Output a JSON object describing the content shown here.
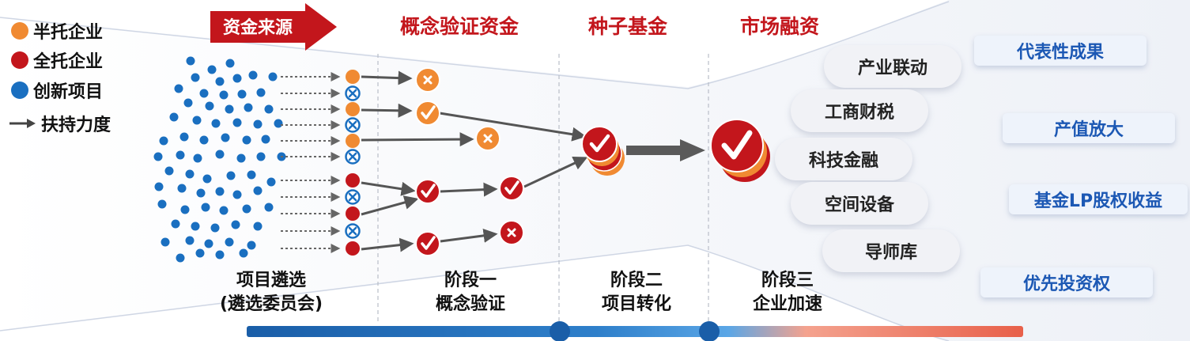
{
  "legend": [
    {
      "label": "半托企业",
      "color": "#f08a32"
    },
    {
      "label": "全托企业",
      "color": "#c3161c"
    },
    {
      "label": "创新项目",
      "color": "#1a6fc0"
    },
    {
      "label": "扶持力度",
      "icon": "arrow-right-icon"
    }
  ],
  "banner": {
    "label": "资金来源",
    "color": "#c3161c"
  },
  "funding": {
    "concept": "概念验证资金",
    "seed": "种子基金",
    "market": "市场融资"
  },
  "stages": {
    "selection": {
      "line1": "项目遴选",
      "line2": "(遴选委员会)"
    },
    "stage1": {
      "line1": "阶段一",
      "line2": "概念验证"
    },
    "stage2": {
      "line1": "阶段二",
      "line2": "项目转化"
    },
    "stage3": {
      "line1": "阶段三",
      "line2": "企业加速"
    }
  },
  "services": [
    "产业联动",
    "工商财税",
    "科技金融",
    "空间设备",
    "导师库"
  ],
  "results_title": "代表性成果",
  "results": [
    "产值放大",
    "基金LP股权收益",
    "优先投资权"
  ],
  "colors": {
    "half": "#f08a32",
    "full": "#c3161c",
    "project": "#1a6fc0",
    "timeline_left": "#1a5ea8",
    "timeline_mid": "#3a8ed6",
    "timeline_right": "#e8604a"
  }
}
